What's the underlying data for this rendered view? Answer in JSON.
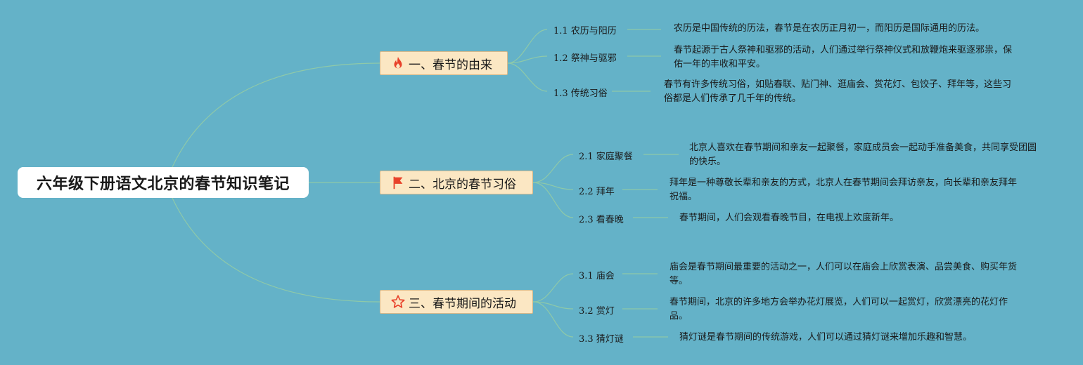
{
  "title": "六年级下册语文北京的春节知识笔记",
  "colors": {
    "background": "#64b2c8",
    "branch_fill": "#fbe7c3",
    "line": "#8ec9a9",
    "icon_red": "#e8412a"
  },
  "branches": [
    {
      "label": "一、春节的由来",
      "icon": "flame-icon",
      "children": [
        {
          "label": "1.1 农历与阳历",
          "note": "农历是中国传统的历法，春节是在农历正月初一，而阳历是国际通用的历法。"
        },
        {
          "label": "1.2 祭神与驱邪",
          "note": "春节起源于古人祭神和驱邪的活动，人们通过举行祭神仪式和放鞭炮来驱逐邪祟，保佑一年的丰收和平安。"
        },
        {
          "label": "1.3 传统习俗",
          "note": "春节有许多传统习俗，如贴春联、贴门神、逛庙会、赏花灯、包饺子、拜年等，这些习俗都是人们传承了几千年的传统。"
        }
      ]
    },
    {
      "label": "二、北京的春节习俗",
      "icon": "flag-icon",
      "children": [
        {
          "label": "2.1 家庭聚餐",
          "note": "北京人喜欢在春节期间和亲友一起聚餐，家庭成员会一起动手准备美食，共同享受团圆的快乐。"
        },
        {
          "label": "2.2 拜年",
          "note": "拜年是一种尊敬长辈和亲友的方式，北京人在春节期间会拜访亲友，向长辈和亲友拜年祝福。"
        },
        {
          "label": "2.3 看春晚",
          "note": "春节期间，人们会观看春晚节目，在电视上欢度新年。"
        }
      ]
    },
    {
      "label": "三、春节期间的活动",
      "icon": "star-icon",
      "children": [
        {
          "label": "3.1 庙会",
          "note": "庙会是春节期间最重要的活动之一，人们可以在庙会上欣赏表演、品尝美食、购买年货等。"
        },
        {
          "label": "3.2 赏灯",
          "note": "春节期间，北京的许多地方会举办花灯展览，人们可以一起赏灯，欣赏漂亮的花灯作品。"
        },
        {
          "label": "3.3 猜灯谜",
          "note": "猜灯谜是春节期间的传统游戏，人们可以通过猜灯谜来增加乐趣和智慧。"
        }
      ]
    }
  ]
}
